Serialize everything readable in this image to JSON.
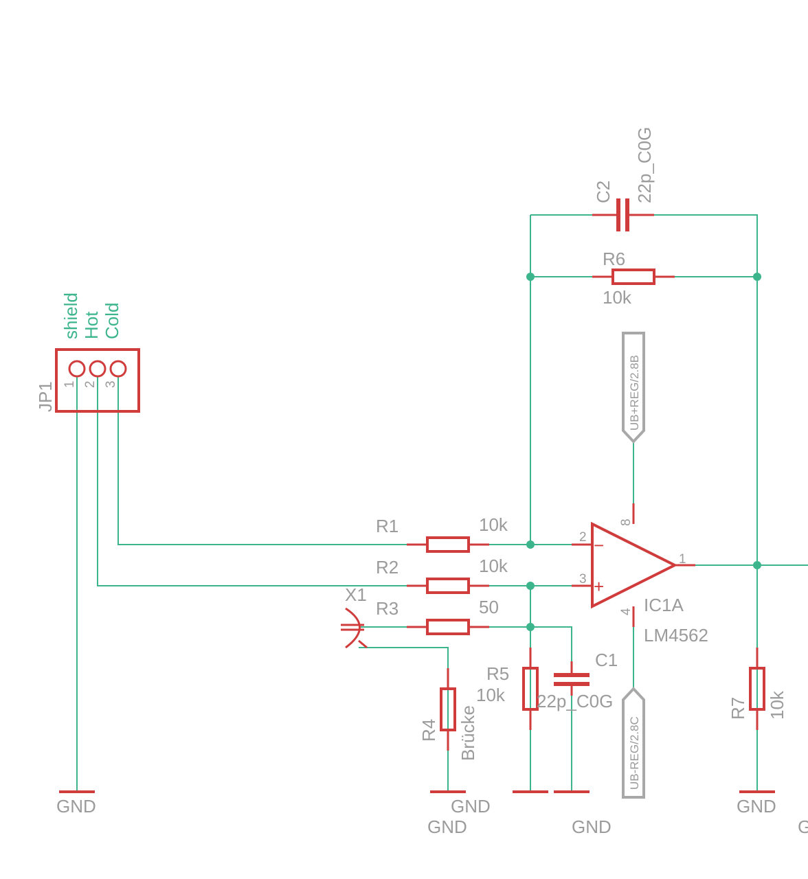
{
  "connector": {
    "name": "JP1",
    "pins": [
      "1",
      "2",
      "3"
    ],
    "pin_labels": [
      "shield",
      "Hot",
      "Cold"
    ]
  },
  "resistors": {
    "r1": {
      "name": "R1",
      "value": "10k"
    },
    "r2": {
      "name": "R2",
      "value": "10k"
    },
    "r3": {
      "name": "R3",
      "value": "50"
    },
    "r4": {
      "name": "R4",
      "value": "Brücke"
    },
    "r5": {
      "name": "R5",
      "value": "10k"
    },
    "r6": {
      "name": "R6",
      "value": "10k"
    },
    "r7": {
      "name": "R7",
      "value": "10k"
    }
  },
  "capacitors": {
    "c1": {
      "name": "C1",
      "value": "22p_C0G"
    },
    "c2": {
      "name": "C2",
      "value": "22p_C0G"
    }
  },
  "jack": {
    "name": "X1"
  },
  "opamp": {
    "name": "IC1A",
    "value": "LM4562",
    "pins": {
      "inv": "2",
      "noninv": "3",
      "out": "1",
      "vpos": "8",
      "vneg": "4"
    },
    "inv_sign": "−",
    "noninv_sign": "+"
  },
  "supplies": {
    "positive": "UB+REG/2.8B",
    "negative": "UB-REG/2.8C"
  },
  "grounds": {
    "jp1": "GND",
    "r4": "GND",
    "r5": "GND",
    "c1": "GND",
    "r7": "GND",
    "edge": "G"
  },
  "colors": {
    "wire": "#3cb58c",
    "component": "#d03c3c",
    "label": "#9b9b9b",
    "supply_port": "#a8a8a8"
  }
}
